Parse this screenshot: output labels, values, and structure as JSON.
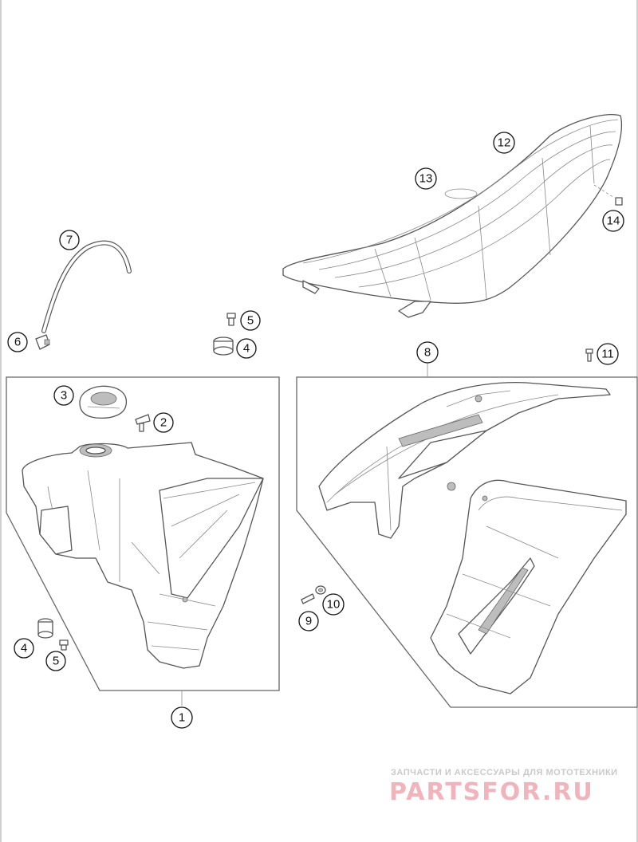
{
  "callouts": {
    "c1": "1",
    "c2": "2",
    "c3": "3",
    "c4a": "4",
    "c4b": "4",
    "c5a": "5",
    "c5b": "5",
    "c6": "6",
    "c7": "7",
    "c8": "8",
    "c9": "9",
    "c10": "10",
    "c11": "11",
    "c12": "12",
    "c13": "13",
    "c14": "14"
  },
  "watermark": {
    "tagline": "ЗАПЧАСТИ И АКСЕССУАРЫ ДЛЯ МОТОТЕХНИКИ",
    "logo": "PARTSFOR.RU"
  }
}
